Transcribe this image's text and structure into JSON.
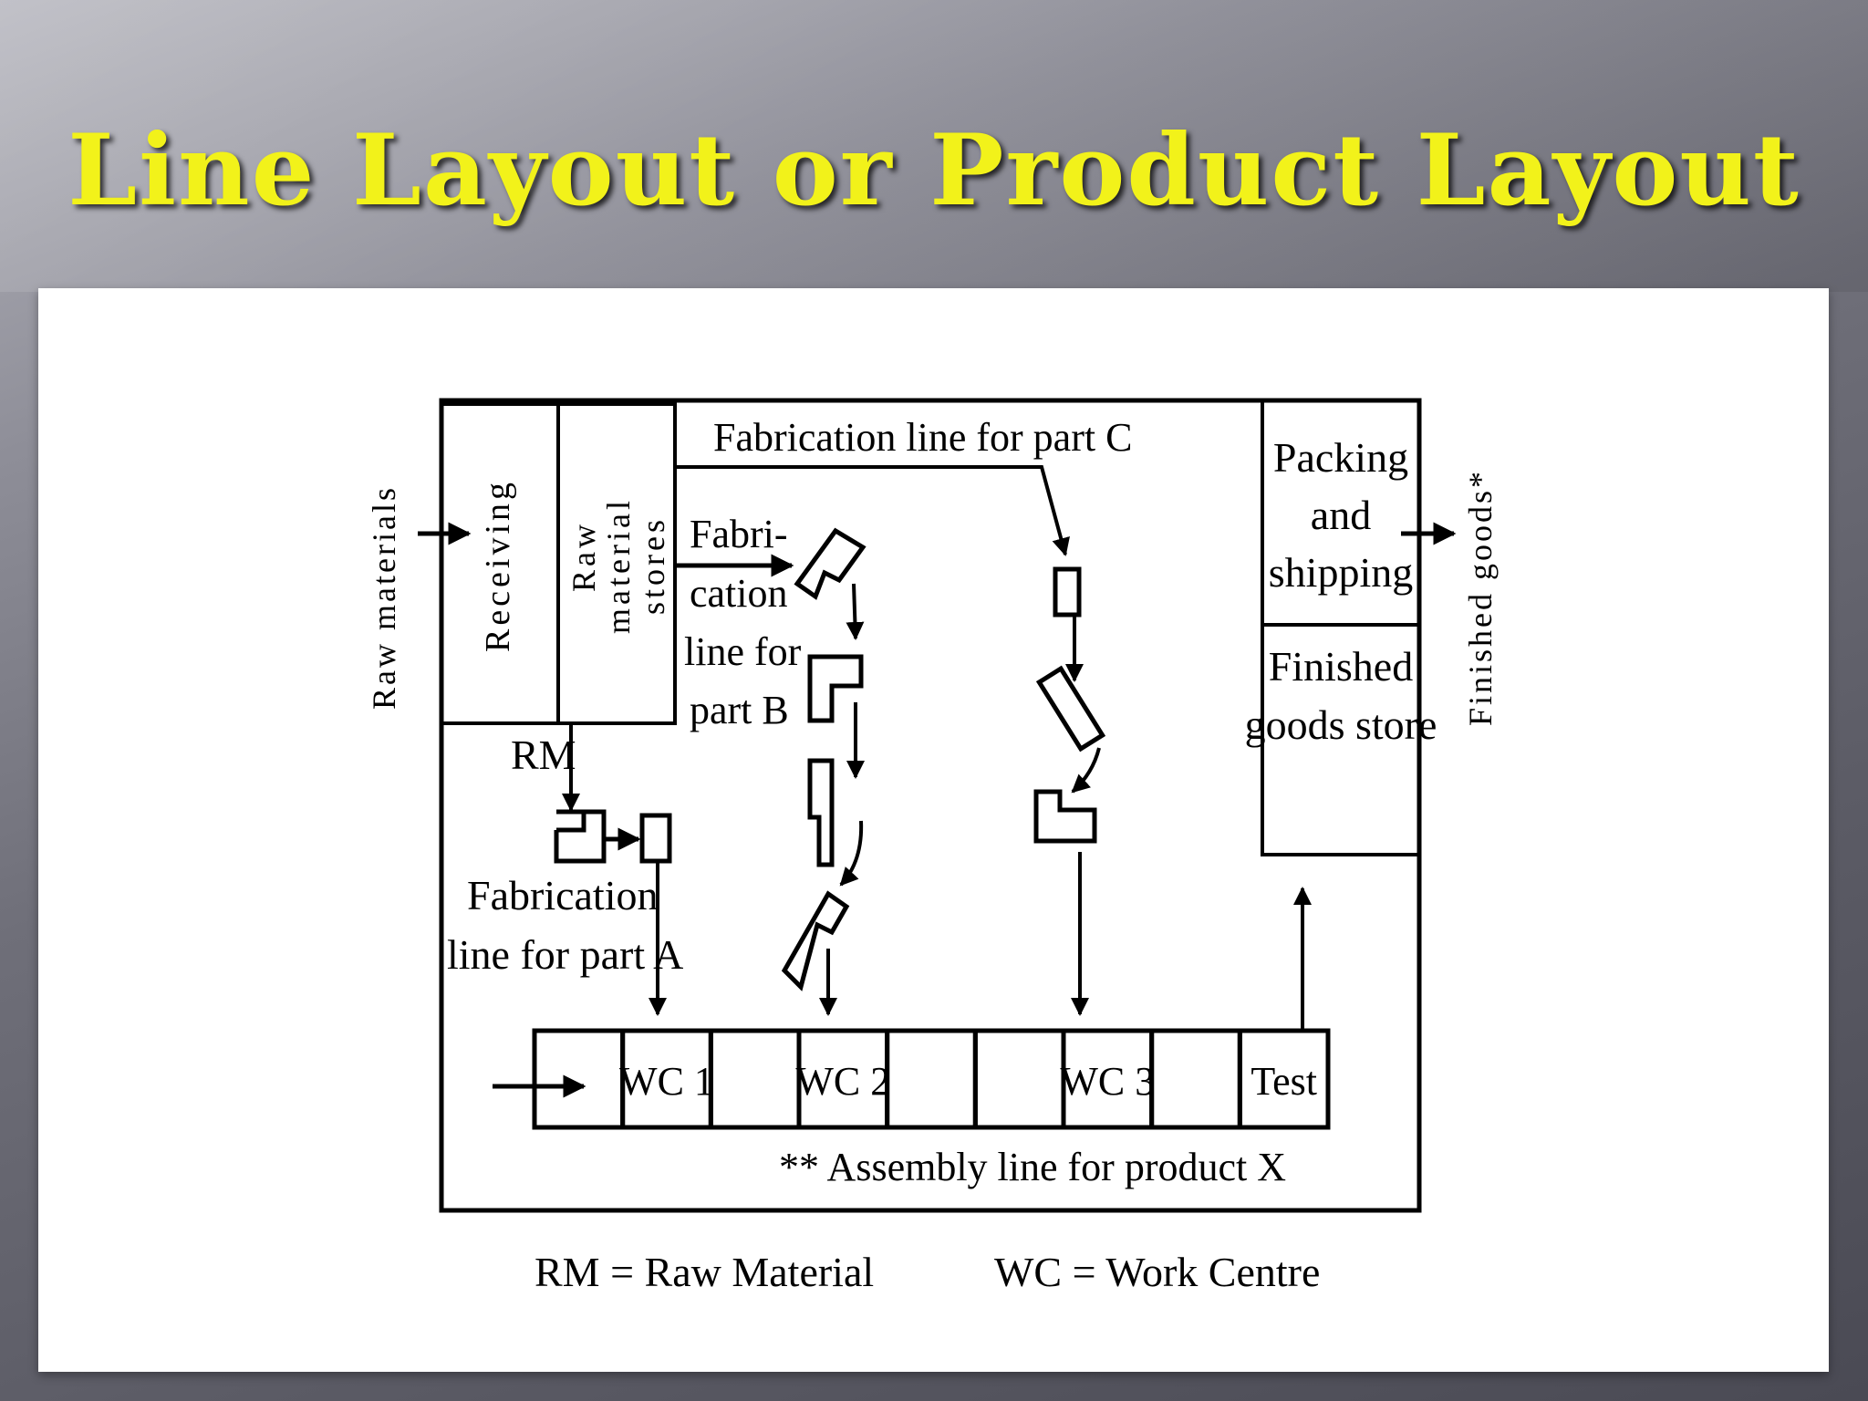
{
  "slide": {
    "title": "Line Layout or Product Layout"
  },
  "diagram": {
    "inputs": {
      "raw_materials": "Raw materials",
      "finished_goods": "Finished goods*"
    },
    "areas": {
      "receiving": "Receiving",
      "raw_material_stores_line1": "Raw",
      "raw_material_stores_line2": "material",
      "raw_material_stores_line3": "stores",
      "packing_line1": "Packing",
      "packing_line2": "and",
      "packing_line3": "shipping",
      "finished_store_line1": "Finished",
      "finished_store_line2": "goods store"
    },
    "lines": {
      "part_c": "Fabrication line for part C",
      "part_b_line1": "Fabri-",
      "part_b_line2": "cation",
      "part_b_line3": "line for",
      "part_b_line4": "part B",
      "part_a_line1": "Fabrication",
      "part_a_line2": "line for part A",
      "rm": "RM"
    },
    "assembly": {
      "cells": [
        "",
        "WC 1",
        "",
        "WC 2",
        "",
        "",
        "WC 3",
        "",
        "Test"
      ],
      "caption": "** Assembly line for product X"
    },
    "legend": {
      "rm": "RM = Raw Material",
      "wc": "WC = Work Centre"
    }
  }
}
